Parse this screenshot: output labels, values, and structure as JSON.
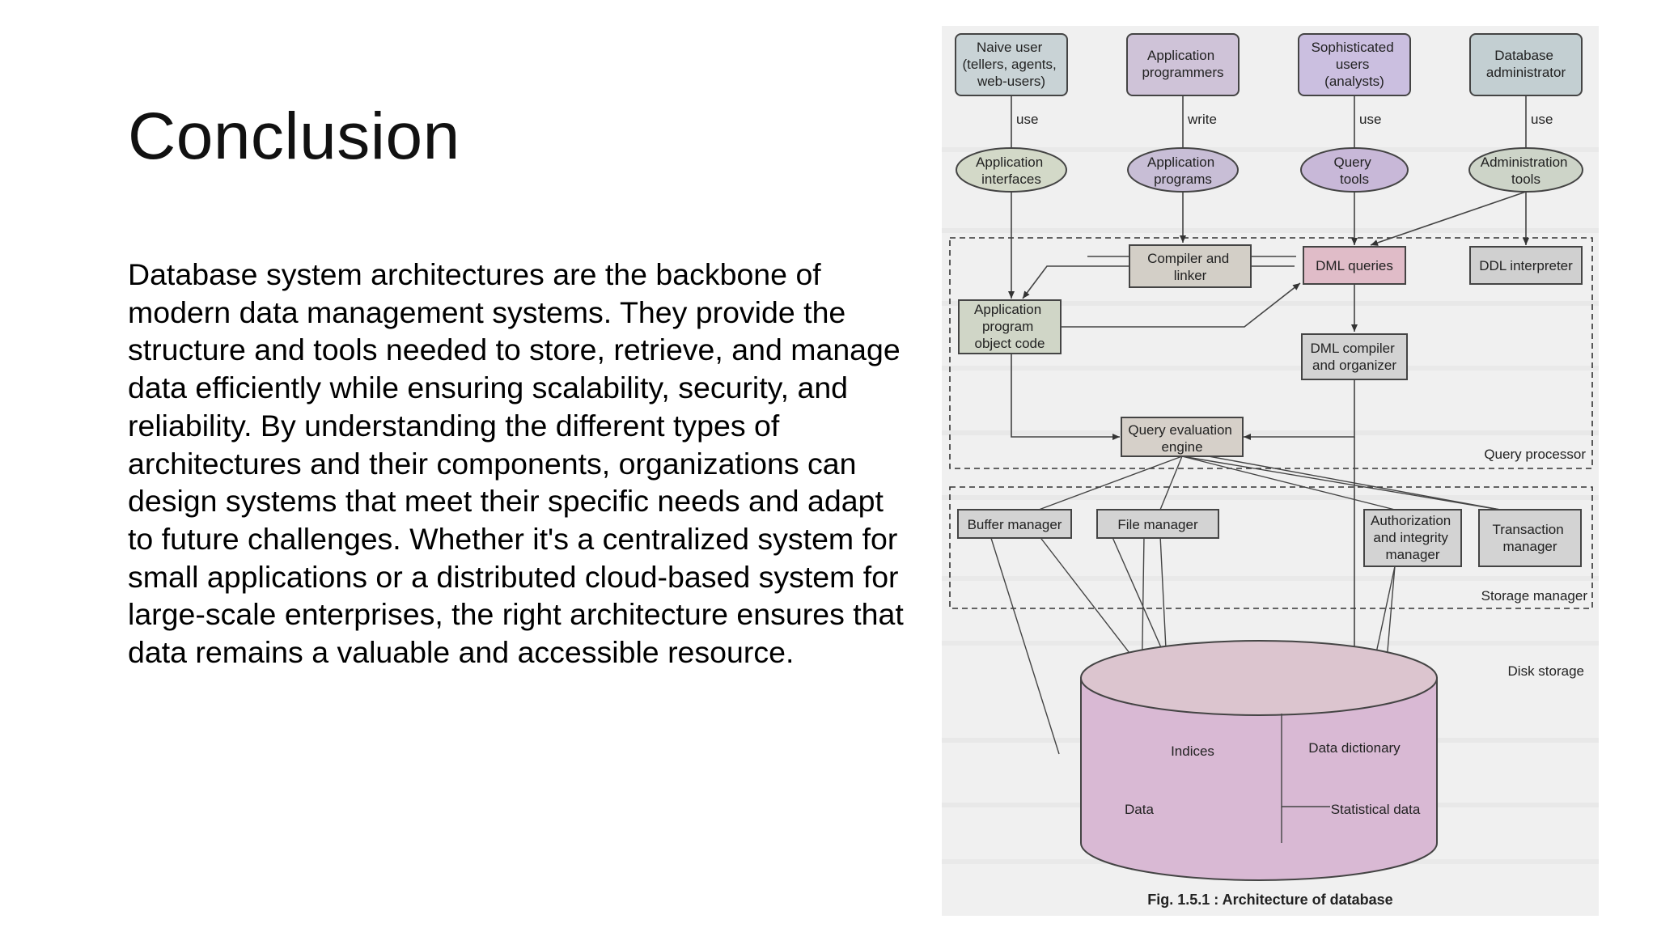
{
  "slide": {
    "title": "Conclusion",
    "body": "Database system architectures are the backbone of modern data management systems. They provide the structure and tools needed to store, retrieve, and manage data efficiently while ensuring scalability, security, and reliability. By understanding the different types of architectures and their components, organizations can design systems that meet their specific needs and adapt to future challenges. Whether it's a centralized system for small applications or a distributed cloud-based system for large-scale enterprises, the right architecture ensures that data remains a valuable and accessible resource."
  },
  "figure": {
    "caption": "Fig. 1.5.1 : Architecture of database",
    "users": [
      [
        "Naive user",
        "(tellers, agents,",
        "web-users)"
      ],
      [
        "Application",
        "programmers"
      ],
      [
        "Sophisticated",
        "users",
        "(analysts)"
      ],
      [
        "Database",
        "administrator"
      ]
    ],
    "edge_labels": [
      "use",
      "write",
      "use",
      "use"
    ],
    "tools": [
      [
        "Application",
        "interfaces"
      ],
      [
        "Application",
        "programs"
      ],
      [
        "Query",
        "tools"
      ],
      [
        "Administration",
        "tools"
      ]
    ],
    "query_processor": {
      "label": "Query processor",
      "compiler_linker": [
        "Compiler and",
        "linker"
      ],
      "dml_queries": "DML queries",
      "ddl_interpreter": "DDL interpreter",
      "app_object_code": [
        "Application",
        "program",
        "object code"
      ],
      "dml_compiler": [
        "DML compiler",
        "and organizer"
      ],
      "query_eval_engine": [
        "Query evaluation",
        "engine"
      ]
    },
    "storage_manager": {
      "label": "Storage manager",
      "buffer_manager": "Buffer manager",
      "file_manager": "File manager",
      "auth_integrity": [
        "Authorization",
        "and integrity",
        "manager"
      ],
      "transaction_manager": [
        "Transaction",
        "manager"
      ]
    },
    "disk_storage": {
      "label": "Disk storage",
      "indices": "Indices",
      "data_dictionary": "Data dictionary",
      "data": "Data",
      "statistical_data": "Statistical data"
    },
    "colors": {
      "naive": "#c9d3d6",
      "programmers": "#cfc3d8",
      "sophisticated": "#cbbfe0",
      "dba": "#c3cfd2",
      "dml_queries": "#e0bcc8",
      "box_default": "#d6d6d6",
      "disk": "#d9b9d4"
    }
  }
}
